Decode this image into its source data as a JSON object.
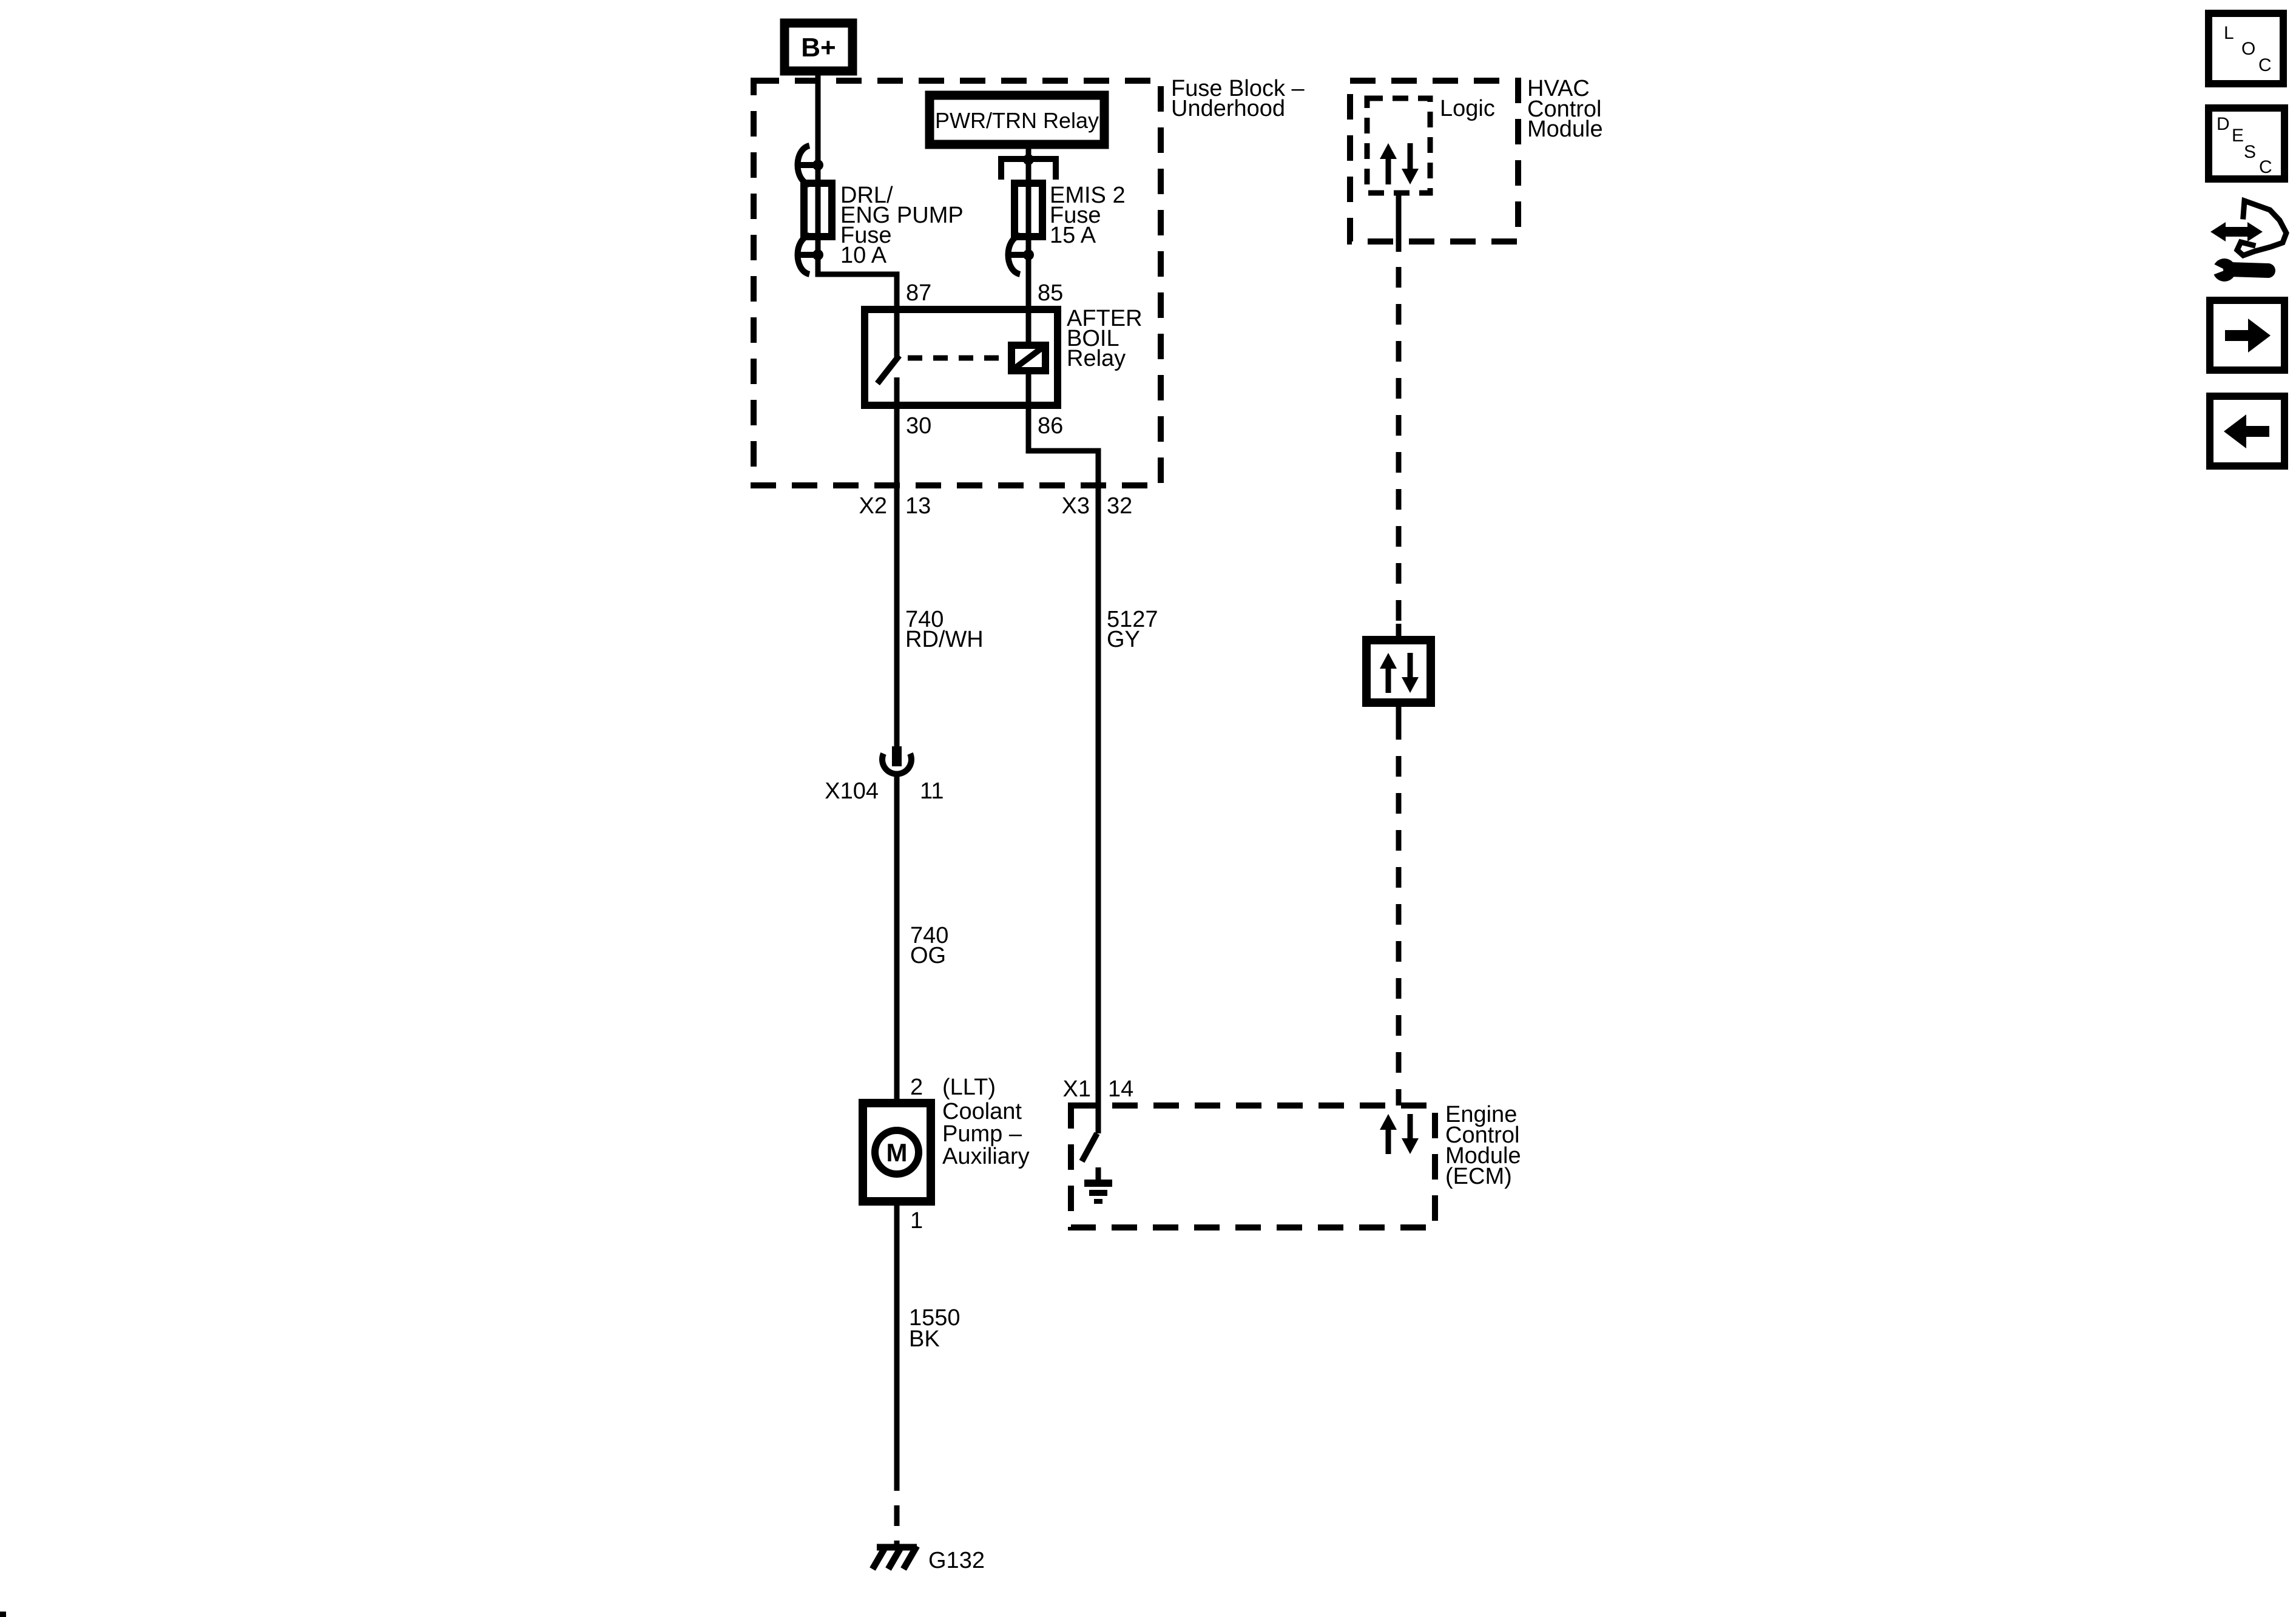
{
  "colors": {
    "ink": "#000000",
    "paper": "#ffffff"
  },
  "power": {
    "b_plus": "B+",
    "pwr_trn_relay": "PWR/TRN Relay"
  },
  "fuse_block": {
    "title_line1": "Fuse Block –",
    "title_line2": "Underhood",
    "drl_fuse": {
      "l1": "DRL/",
      "l2": "ENG PUMP",
      "l3": "Fuse",
      "l4": "10 A"
    },
    "emis_fuse": {
      "l1": "EMIS 2",
      "l2": "Fuse",
      "l3": "15 A"
    },
    "after_boil_relay": {
      "l1": "AFTER",
      "l2": "BOIL",
      "l3": "Relay",
      "pin_87": "87",
      "pin_85": "85",
      "pin_30": "30",
      "pin_86": "86"
    },
    "conn_left": {
      "connector": "X2",
      "pin": "13"
    },
    "conn_right": {
      "connector": "X3",
      "pin": "32"
    }
  },
  "wires": {
    "left_upper": {
      "circuit": "740",
      "color": "RD/WH"
    },
    "right": {
      "circuit": "5127",
      "color": "GY"
    },
    "left_lower": {
      "circuit": "740",
      "color": "OG"
    },
    "ground_wire": {
      "circuit": "1550",
      "color": "BK"
    }
  },
  "inline_connector": {
    "connector": "X104",
    "pin": "11"
  },
  "pump": {
    "pin_top": "2",
    "variant": "(LLT)",
    "name_l1": "Coolant",
    "name_l2": "Pump –",
    "name_l3": "Auxiliary",
    "motor": "M",
    "pin_bottom": "1"
  },
  "ground": {
    "id": "G132"
  },
  "ecm": {
    "conn": {
      "connector": "X1",
      "pin": "14"
    },
    "name_l1": "Engine",
    "name_l2": "Control",
    "name_l3": "Module",
    "name_l4": "(ECM)"
  },
  "hvac": {
    "logic": "Logic",
    "name_l1": "HVAC",
    "name_l2": "Control",
    "name_l3": "Module"
  },
  "toolbar": {
    "loc": {
      "l1": "L",
      "l2": "O",
      "l3": "C"
    },
    "desc": {
      "l1": "D",
      "l2": "E",
      "l3": "S",
      "l4": "C"
    }
  }
}
